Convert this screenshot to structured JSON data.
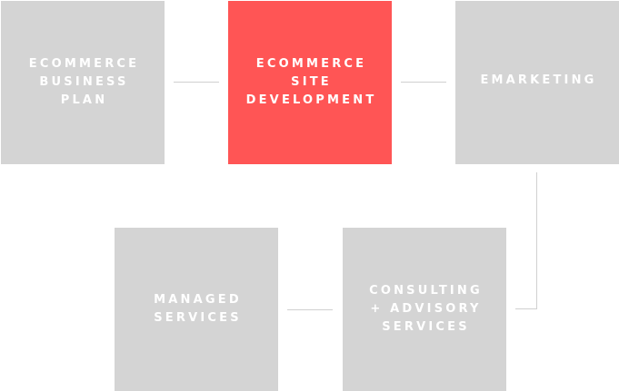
{
  "steps": [
    {
      "label_lines": [
        "ECOMMERCE",
        "BUSINESS",
        "PLAN"
      ],
      "active": false
    },
    {
      "label_lines": [
        "ECOMMERCE",
        "SITE",
        "DEVELOPMENT"
      ],
      "active": true
    },
    {
      "label_lines": [
        "EMARKETING"
      ],
      "active": false
    },
    {
      "label_lines": [
        "CONSULTING",
        "+ ADVISORY",
        "SERVICES"
      ],
      "active": false
    },
    {
      "label_lines": [
        "MANAGED",
        "SERVICES"
      ],
      "active": false
    }
  ],
  "colors": {
    "inactive": "#d4d4d4",
    "active": "#ff5555",
    "connector": "#d0d0d0",
    "text": "#ffffff"
  }
}
